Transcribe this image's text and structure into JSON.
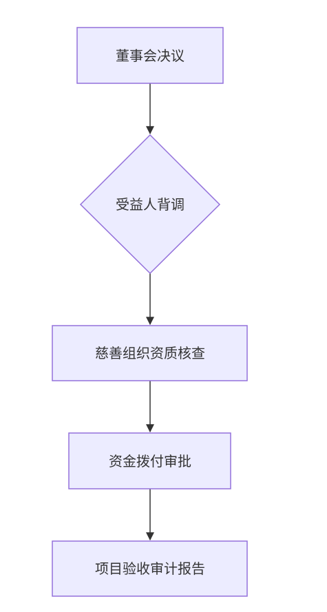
{
  "flowchart": {
    "nodes": [
      {
        "id": "n1",
        "shape": "rect",
        "label": "董事会决议"
      },
      {
        "id": "n2",
        "shape": "diamond",
        "label": "受益人背调"
      },
      {
        "id": "n3",
        "shape": "rect",
        "label": "慈善组织资质核查"
      },
      {
        "id": "n4",
        "shape": "rect",
        "label": "资金拨付审批"
      },
      {
        "id": "n5",
        "shape": "rect",
        "label": "项目验收审计报告"
      }
    ],
    "edges": [
      {
        "from": "n1",
        "to": "n2"
      },
      {
        "from": "n2",
        "to": "n3"
      },
      {
        "from": "n3",
        "to": "n4"
      },
      {
        "from": "n4",
        "to": "n5"
      }
    ]
  },
  "colors": {
    "node_fill": "#ECECFF",
    "node_stroke": "#9370DB",
    "edge_stroke": "#333333",
    "label_text": "#333333"
  }
}
